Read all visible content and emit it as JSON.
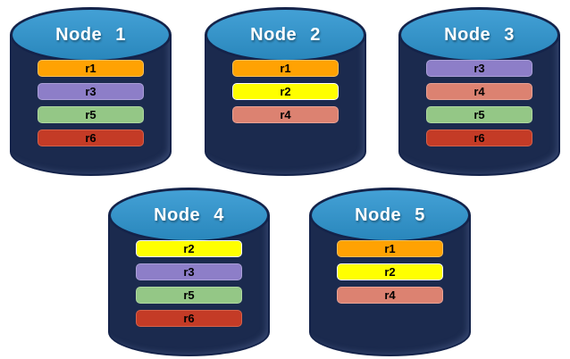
{
  "palette": {
    "background": "#ffffff",
    "cylinder_body": "#1B2A4E",
    "cylinder_outline": "#14234A",
    "cylinder_top": "#2E96D1",
    "node_label_color": "#ffffff",
    "bar_label_color": "#000000"
  },
  "replica_colors": {
    "r1": {
      "fill": "#FFA203",
      "border": "#FFC05A"
    },
    "r2": {
      "fill": "#FFFF00",
      "border": "#FFFFFF"
    },
    "r3": {
      "fill": "#8D7EC8",
      "border": "#ABA0D8"
    },
    "r4": {
      "fill": "#DC8271",
      "border": "#E8A294"
    },
    "r5": {
      "fill": "#94C786",
      "border": "#AFD7A1"
    },
    "r6": {
      "fill": "#C43B26",
      "border": "#D5624B"
    }
  },
  "nodes": [
    {
      "label": "Node 1",
      "replicas": [
        "r1",
        "r3",
        "r5",
        "r6"
      ]
    },
    {
      "label": "Node 2",
      "replicas": [
        "r1",
        "r2",
        "r4"
      ]
    },
    {
      "label": "Node 3",
      "replicas": [
        "r3",
        "r4",
        "r5",
        "r6"
      ]
    },
    {
      "label": "Node 4",
      "replicas": [
        "r2",
        "r3",
        "r5",
        "r6"
      ]
    },
    {
      "label": "Node 5",
      "replicas": [
        "r1",
        "r2",
        "r4"
      ]
    }
  ]
}
